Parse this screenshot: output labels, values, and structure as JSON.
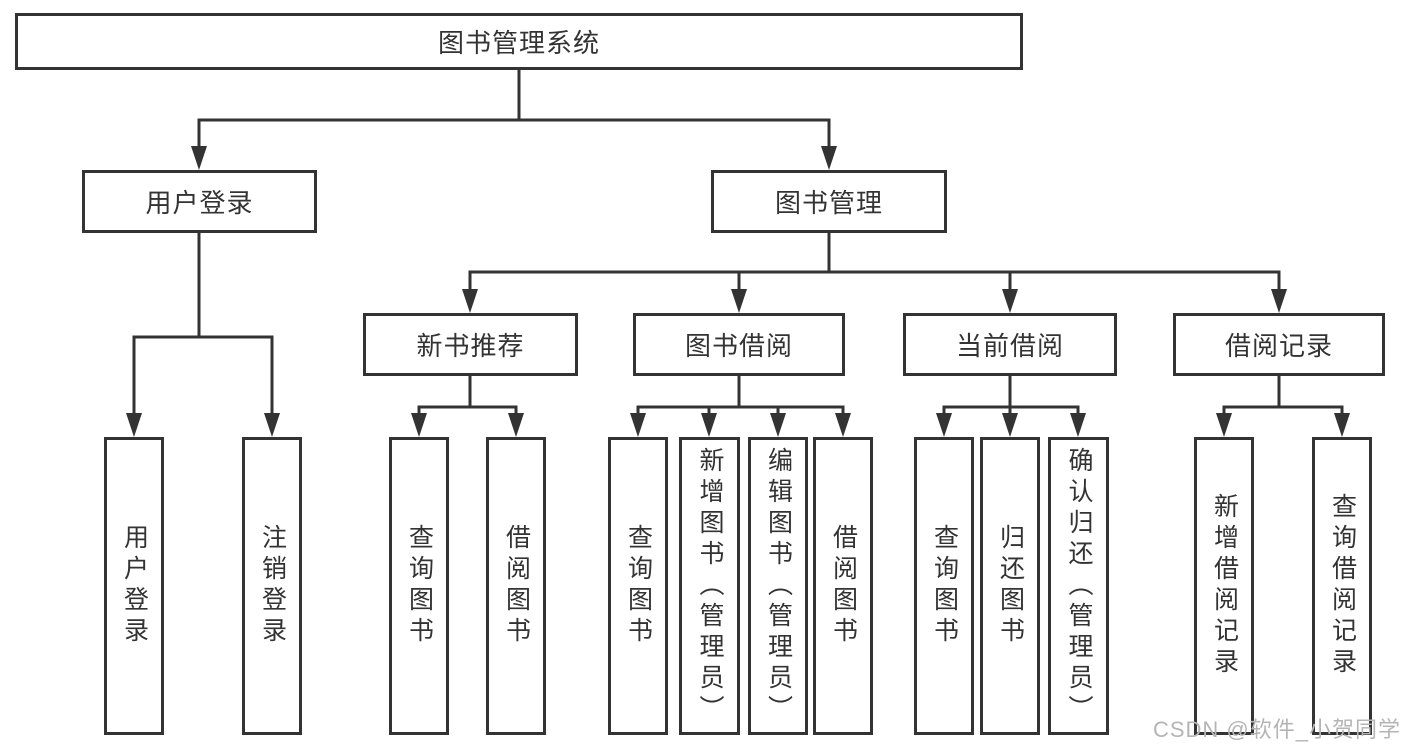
{
  "colors": {
    "line": "#333333",
    "box_border": "#333333",
    "text": "#333333",
    "watermark": "#b5b5b5",
    "background": "#ffffff"
  },
  "watermark": "CSDN @软件_小贺同学",
  "tree": {
    "label": "图书管理系统",
    "children": [
      {
        "label": "用户登录",
        "children": [
          {
            "label": "用户登录"
          },
          {
            "label": "注销登录"
          }
        ]
      },
      {
        "label": "图书管理",
        "children": [
          {
            "label": "新书推荐",
            "children": [
              {
                "label": "查询图书"
              },
              {
                "label": "借阅图书"
              }
            ]
          },
          {
            "label": "图书借阅",
            "children": [
              {
                "label": "查询图书"
              },
              {
                "label": "新增图书（管理员）"
              },
              {
                "label": "编辑图书（管理员）"
              },
              {
                "label": "借阅图书"
              }
            ]
          },
          {
            "label": "当前借阅",
            "children": [
              {
                "label": "查询图书"
              },
              {
                "label": "归还图书"
              },
              {
                "label": "确认归还（管理员）"
              }
            ]
          },
          {
            "label": "借阅记录",
            "children": [
              {
                "label": "新增借阅记录"
              },
              {
                "label": "查询借阅记录"
              }
            ]
          }
        ]
      }
    ]
  }
}
